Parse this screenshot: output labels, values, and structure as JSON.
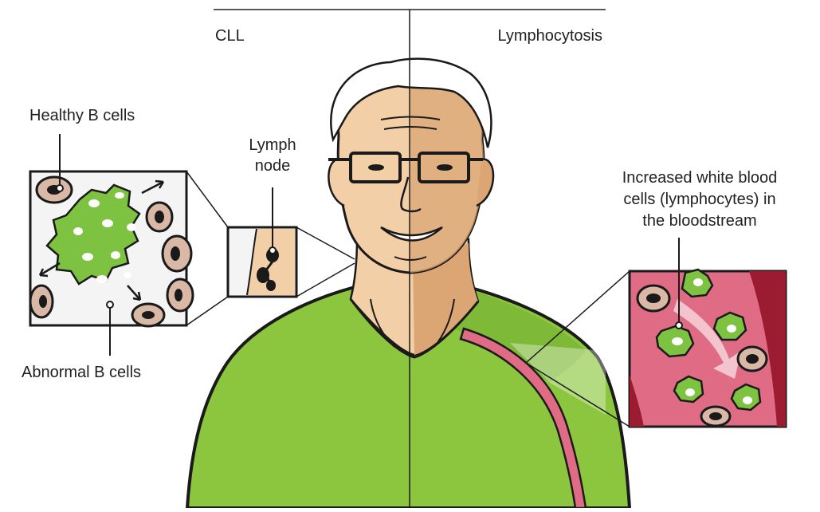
{
  "header": {
    "left_label": "CLL",
    "right_label": "Lymphocytosis"
  },
  "callouts": {
    "healthy_b_cells": "Healthy B cells",
    "abnormal_b_cells": "Abnormal B cells",
    "lymph_node_line1": "Lymph",
    "lymph_node_line2": "node",
    "increased_line1": "Increased white blood",
    "increased_line2": "cells (lymphocytes) in",
    "increased_line3": "the bloodstream"
  },
  "colors": {
    "shirt": "#8cc63f",
    "skin": "#f2cfa6",
    "skin_shadow": "#dba674",
    "cell_green": "#7ec242",
    "blood": "#e06b85",
    "blood_dark": "#9b1b30",
    "healthy_cell": "#d9b8a6",
    "outline": "#1a1a1a"
  }
}
